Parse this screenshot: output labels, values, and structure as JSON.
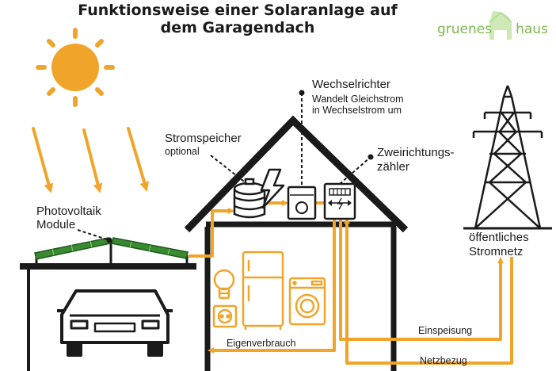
{
  "title_line1": "Funktionsweise einer Solaranlage auf",
  "title_line2": "dem Garagendach",
  "logo": {
    "left": "gruenes",
    "right": "haus",
    "icon": "house-leaf-icon"
  },
  "labels": {
    "photovoltaik": "Photovoltaik",
    "module": "Module",
    "stromspeicher": "Stromspeicher",
    "optional": "optional",
    "wechselrichter": "Wechselrichter",
    "wandelt1": "Wandelt Gleichstrom",
    "wandelt2": "in Wechselstrom um",
    "zweirichtungs": "Zweirichtungs-",
    "zaehler": "zähler",
    "oeffentliches": "öffentliches",
    "stromnetz": "Stromnetz",
    "eigenverbrauch": "Eigenverbrauch",
    "einspeisung": "Einspeisung",
    "netzbezug": "Netzbezug"
  },
  "colors": {
    "sun": "#f0a52a",
    "flow": "#f0a52a",
    "panel": "#3a8a32",
    "line": "#1a1a1a",
    "logo": "#7cb84a"
  },
  "icons": [
    "sun-icon",
    "battery-icon",
    "lightning-icon",
    "inverter-icon",
    "meter-icon",
    "bulb-icon",
    "socket-icon",
    "fridge-icon",
    "washer-icon",
    "car-icon",
    "pylon-icon"
  ]
}
